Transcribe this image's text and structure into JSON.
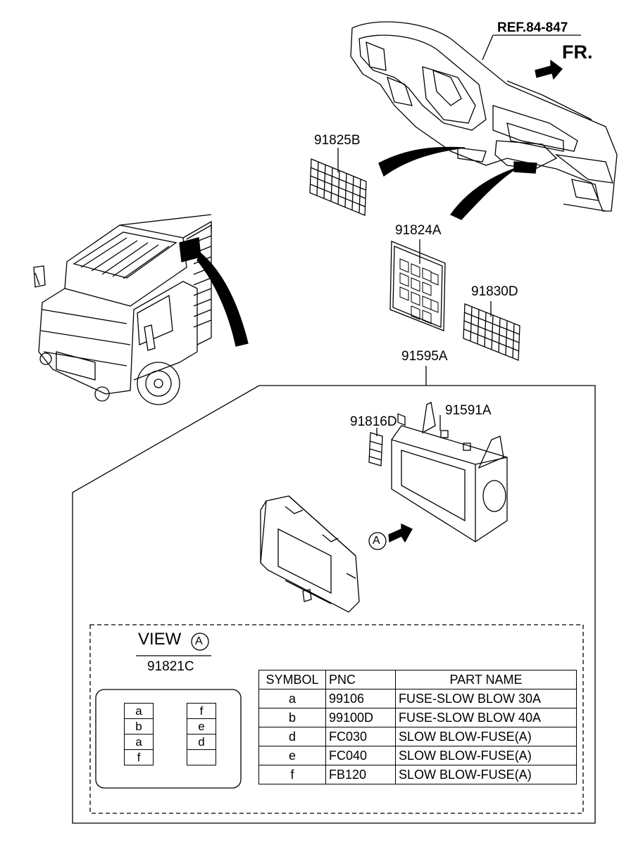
{
  "labels": {
    "ref": "REF.84-847",
    "front": "FR.",
    "p91825b": "91825B",
    "p91824a": "91824A",
    "p91830d": "91830D",
    "p91595a": "91595A",
    "p91591a": "91591A",
    "p91816d": "91816D",
    "view_letter": "A",
    "arrow_letter": "A"
  },
  "view": {
    "title": "VIEW",
    "part": "91821C",
    "left_column": [
      "a",
      "b",
      "a",
      "f"
    ],
    "right_column": [
      "f",
      "e",
      "d",
      ""
    ]
  },
  "table": {
    "headers": [
      "SYMBOL",
      "PNC",
      "PART NAME"
    ],
    "rows": [
      {
        "symbol": "a",
        "pnc": "99106",
        "name": "FUSE-SLOW BLOW 30A"
      },
      {
        "symbol": "b",
        "pnc": "99100D",
        "name": "FUSE-SLOW BLOW 40A"
      },
      {
        "symbol": "d",
        "pnc": "FC030",
        "name": "SLOW BLOW-FUSE(A)"
      },
      {
        "symbol": "e",
        "pnc": "FC040",
        "name": "SLOW BLOW-FUSE(A)"
      },
      {
        "symbol": "f",
        "pnc": "FB120",
        "name": "SLOW BLOW-FUSE(A)"
      }
    ]
  },
  "icons": [
    "dashboard-drawing",
    "truck-drawing",
    "fuse-box-cover-drawing",
    "junction-box-drawing"
  ]
}
